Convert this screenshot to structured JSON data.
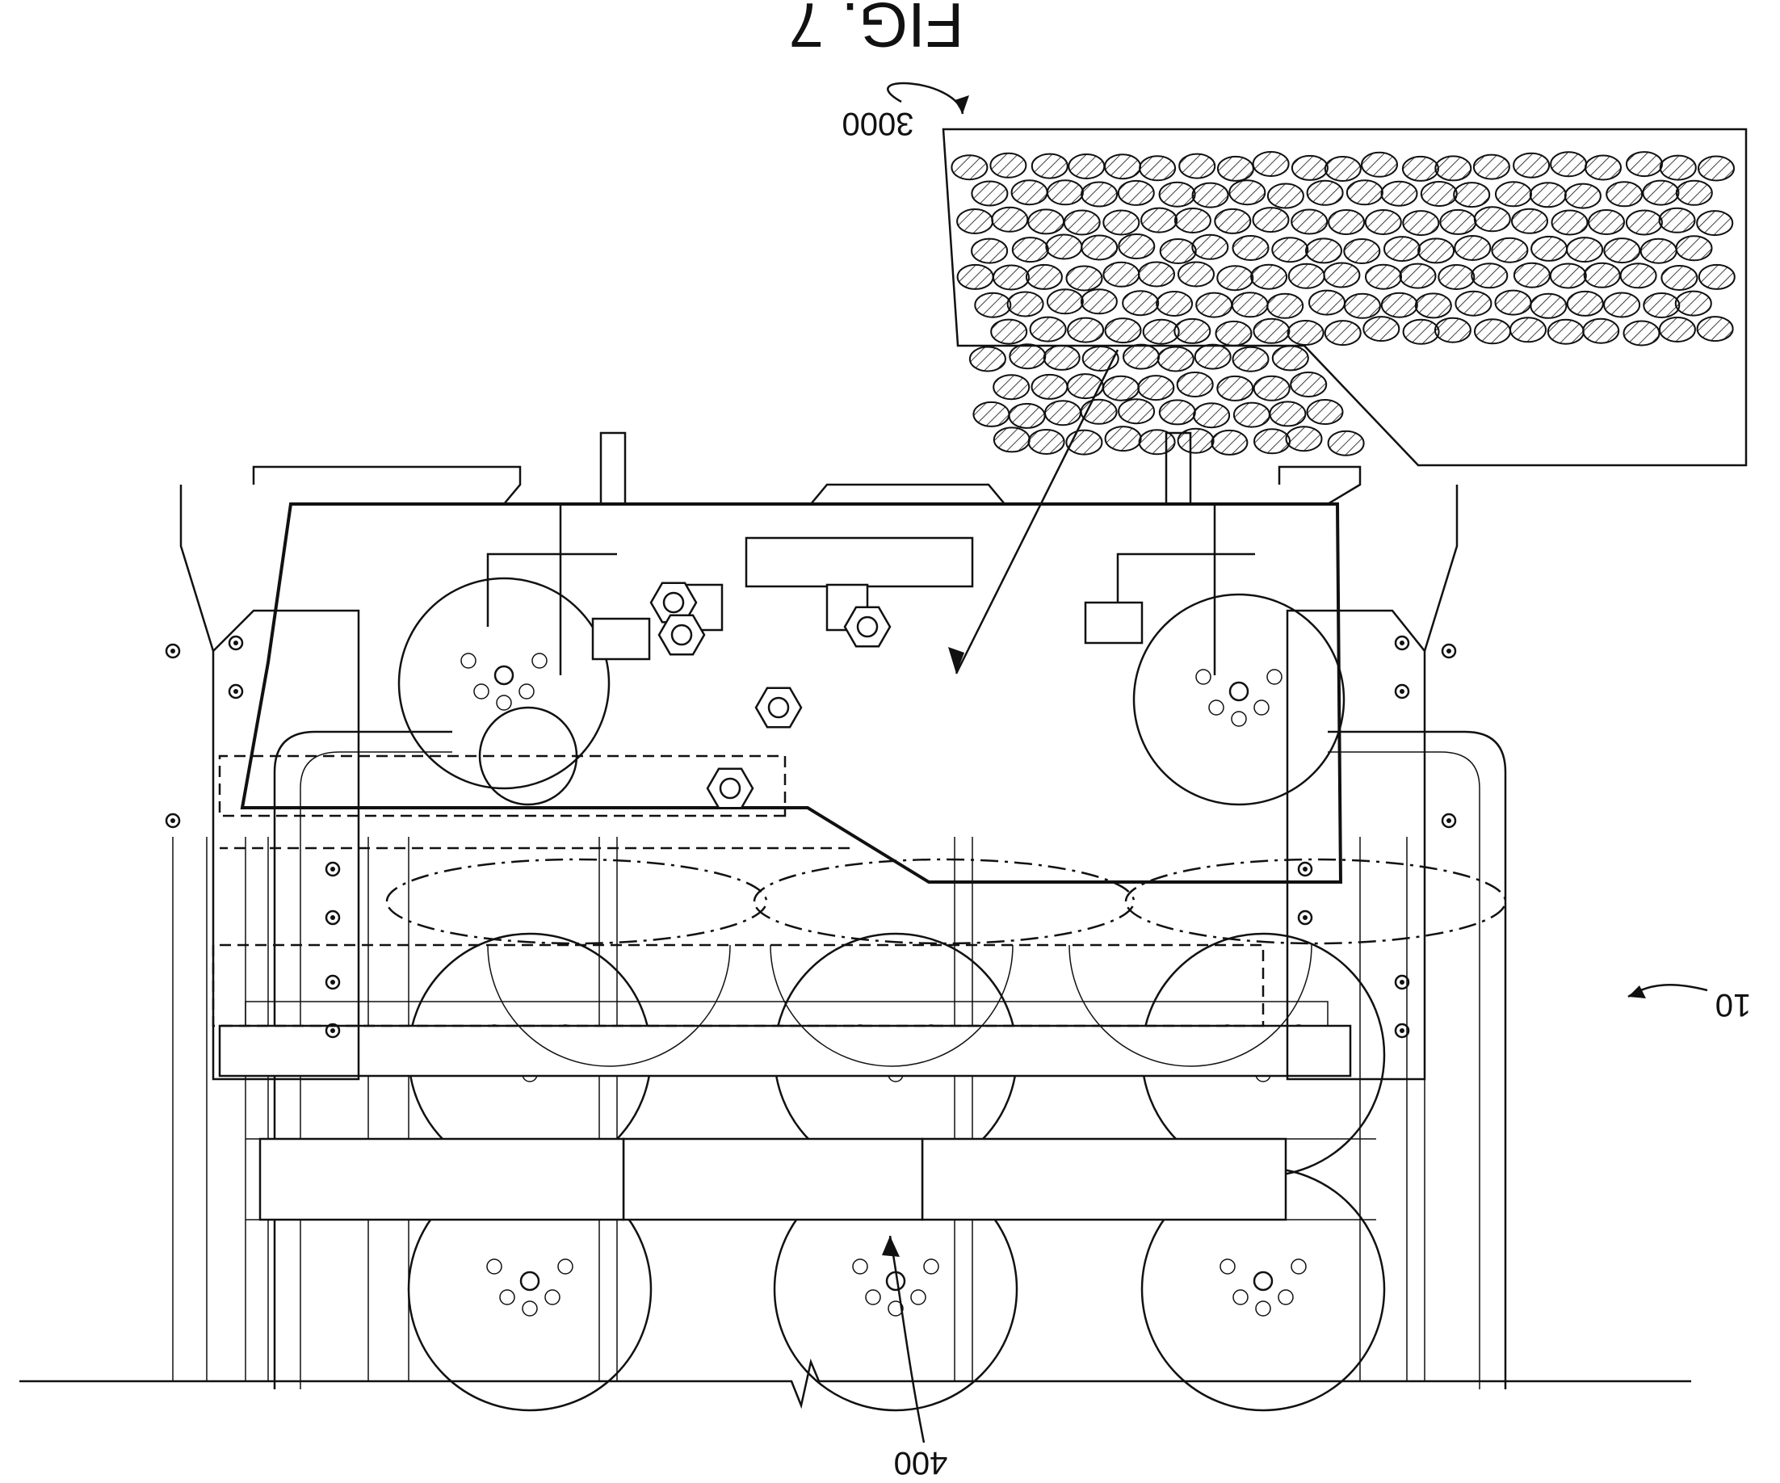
{
  "figure": {
    "title": "FIG. 7",
    "orientation": "rotated-180"
  },
  "labels": {
    "device": "10",
    "inset": "3000",
    "block": "400"
  },
  "colors": {
    "ink": "#111111",
    "paper": "#ffffff"
  }
}
